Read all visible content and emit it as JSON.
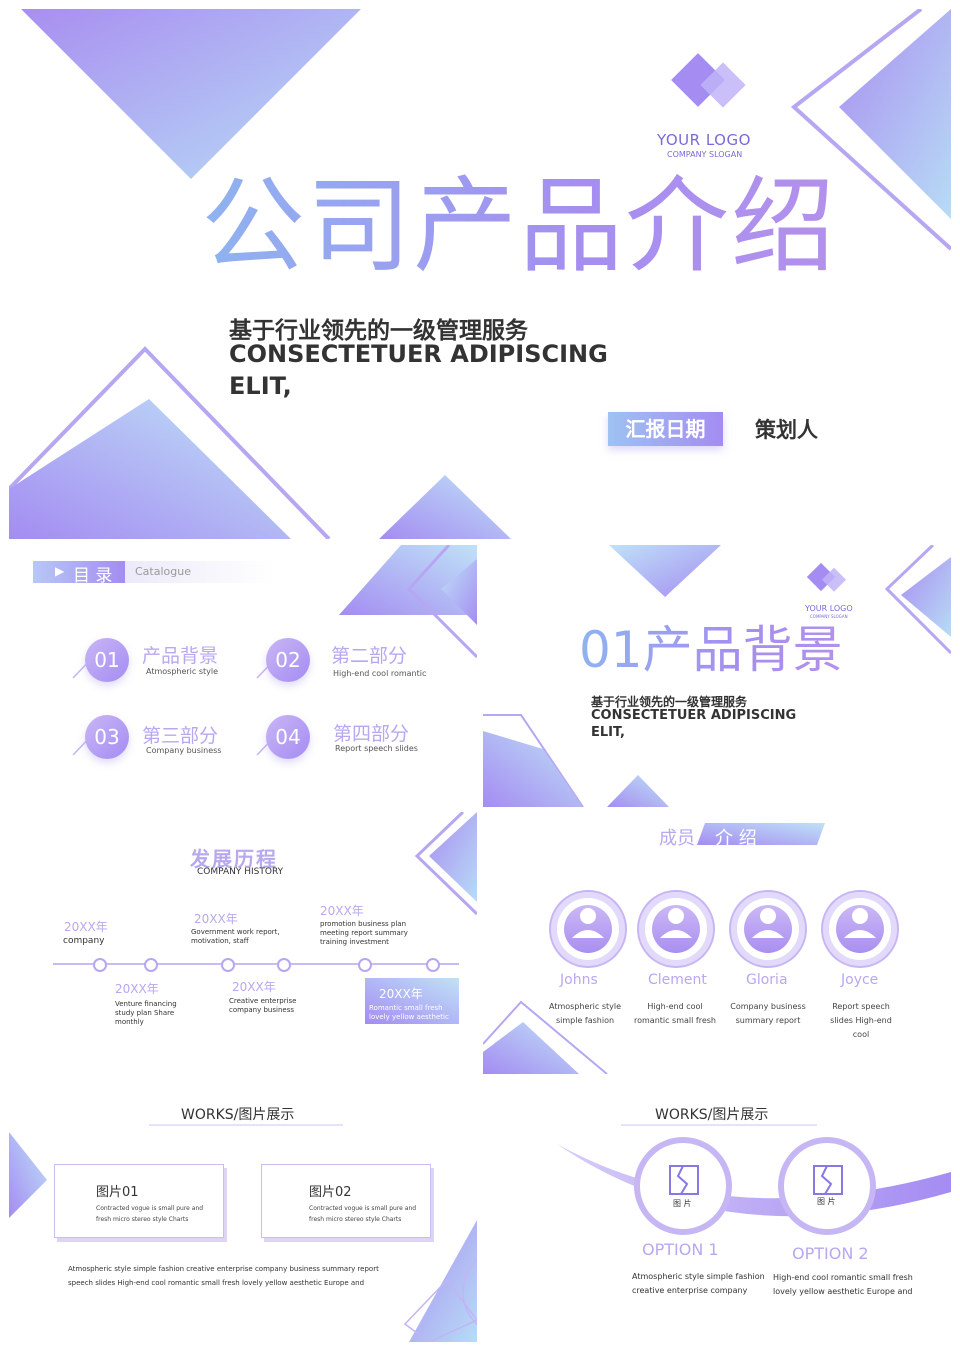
{
  "cover": {
    "logo_text": "YOUR LOGO",
    "logo_slogan": "COMPANY SLOGAN",
    "title": "公司产品介绍",
    "subtitle_cn": "基于行业领先的一级管理服务",
    "subtitle_en_line1": "CONSECTETUER ADIPISCING",
    "subtitle_en_line2": "ELIT,",
    "date_badge": "汇报日期",
    "planner": "策划人",
    "colors": {
      "accent": "#a58ef0",
      "accent_light": "#a9d8f5"
    }
  },
  "catalogue": {
    "tag_arrow": "▶",
    "tag_label": "目 录",
    "tag_en": "Catalogue",
    "items": [
      {
        "num": "01",
        "title": "产品背景",
        "desc": "Atmospheric style"
      },
      {
        "num": "02",
        "title": "第二部分",
        "desc": "High-end cool romantic"
      },
      {
        "num": "03",
        "title": "第三部分",
        "desc": "Company business"
      },
      {
        "num": "04",
        "title": "第四部分",
        "desc": "Report speech slides"
      }
    ]
  },
  "section": {
    "logo_text": "YOUR LOGO",
    "logo_slogan": "COMPANY SLOGAN",
    "title": "01产品背景",
    "subtitle_cn": "基于行业领先的一级管理服务",
    "subtitle_en_line1": "CONSECTETUER ADIPISCING",
    "subtitle_en_line2": "ELIT,"
  },
  "history": {
    "title": "发展历程",
    "subtitle": "COMPANY HISTORY",
    "top_items": [
      {
        "year": "20XX年",
        "text": "company"
      },
      {
        "year": "20XX年",
        "text": "Government work report, motivation, staff"
      },
      {
        "year": "20XX年",
        "text": "promotion business plan meeting report summary training investment"
      }
    ],
    "bottom_items": [
      {
        "year": "20XX年",
        "text": "Venture financing study plan Share monthly"
      },
      {
        "year": "20XX年",
        "text": "Creative enterprise company business"
      },
      {
        "year": "20XX年",
        "text": "Romantic small fresh lovely yellow aesthetic"
      }
    ]
  },
  "members": {
    "title_left": "成员",
    "title_right": "介 绍",
    "list": [
      {
        "name": "Johns",
        "desc": "Atmospheric style simple fashion"
      },
      {
        "name": "Clement",
        "desc": "High-end cool romantic small fresh"
      },
      {
        "name": "Gloria",
        "desc": "Company business summary report"
      },
      {
        "name": "Joyce",
        "desc": "Report speech slides High-end cool"
      }
    ]
  },
  "works1": {
    "title": "WORKS/图片展示",
    "cards": [
      {
        "title": "图片01",
        "text": "Contracted vogue is small pure and fresh micro stereo style Charts"
      },
      {
        "title": "图片02",
        "text": "Contracted vogue is small pure and fresh micro stereo style Charts"
      }
    ],
    "body_line1": "Atmospheric style simple fashion creative enterprise company business summary report",
    "body_line2": "speech slides High-end cool romantic small fresh lovely yellow aesthetic Europe and"
  },
  "works2": {
    "title": "WORKS/图片展示",
    "options": [
      {
        "icon_label": "图 片",
        "name": "OPTION 1",
        "line1": "Atmospheric style simple fashion",
        "line2": "creative enterprise company"
      },
      {
        "icon_label": "图 片",
        "name": "OPTION 2",
        "line1": "High-end cool romantic small fresh",
        "line2": "lovely yellow aesthetic Europe and"
      }
    ]
  }
}
